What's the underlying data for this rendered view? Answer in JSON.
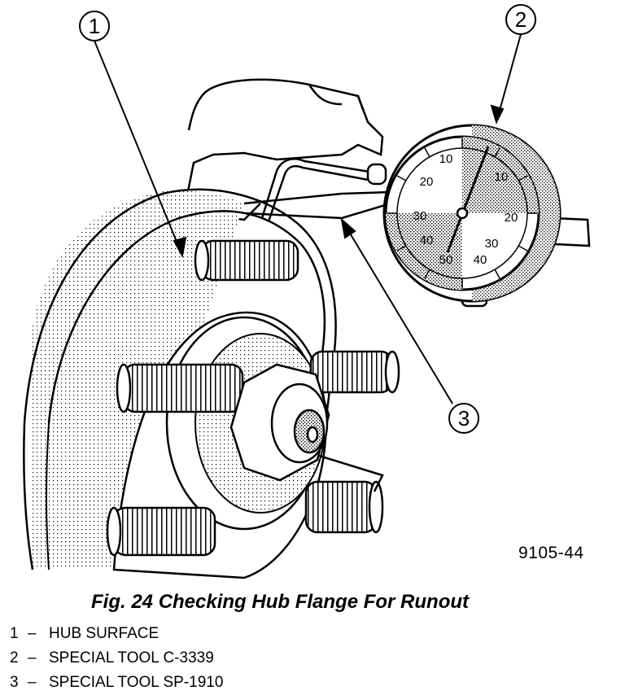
{
  "figure": {
    "drawing_id": "9105-44",
    "caption": "Fig. 24 Checking Hub Flange For Runout"
  },
  "callouts": [
    {
      "number": "1"
    },
    {
      "number": "2"
    },
    {
      "number": "3"
    }
  ],
  "dial_gauge": {
    "scale_labels": [
      "10",
      "20",
      "30",
      "40",
      "50",
      "40",
      "30",
      "20",
      "10"
    ]
  },
  "legend": [
    {
      "number": "1",
      "dash": "–",
      "text": "HUB SURFACE"
    },
    {
      "number": "2",
      "dash": "–",
      "text": "SPECIAL TOOL C-3339"
    },
    {
      "number": "3",
      "dash": "–",
      "text": "SPECIAL TOOL SP-1910"
    }
  ]
}
